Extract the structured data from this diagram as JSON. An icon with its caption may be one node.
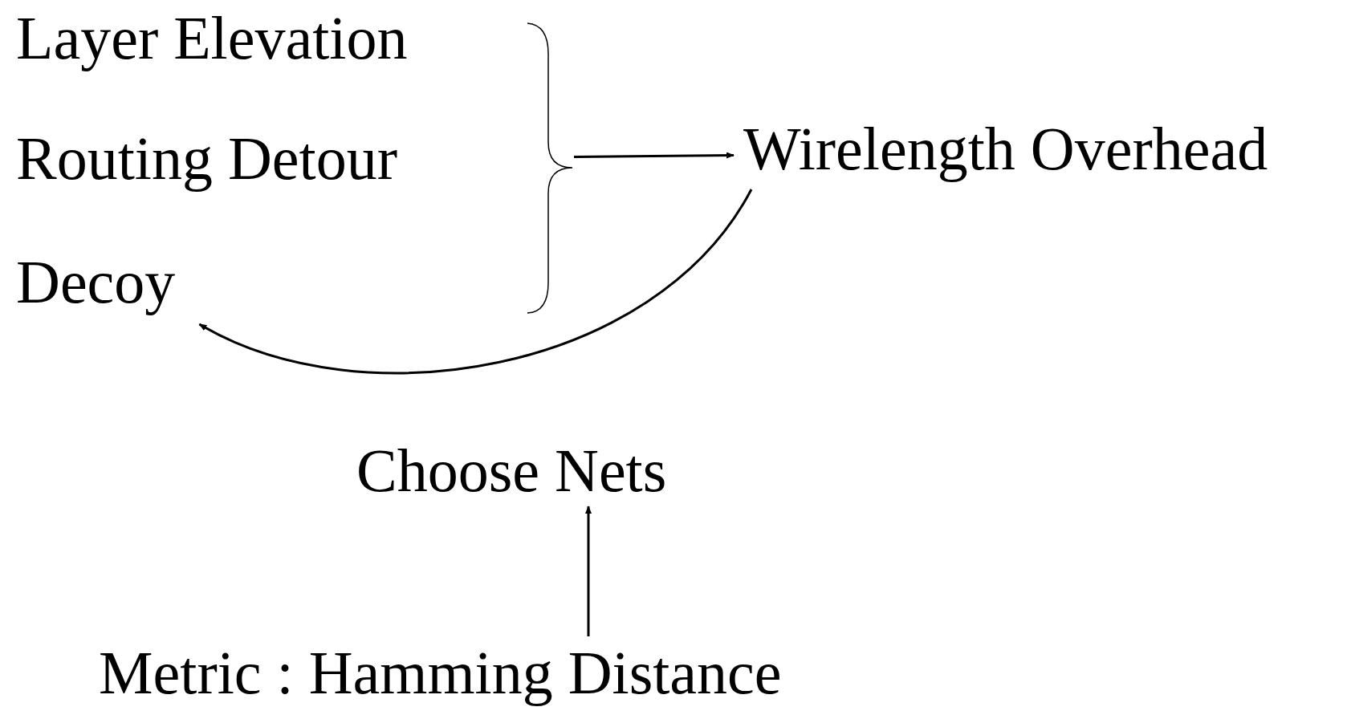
{
  "diagram": {
    "nodes": [
      {
        "text": [
          "Layer Elevation"
        ]
      },
      {
        "text": [
          "Routing Detour"
        ]
      },
      {
        "text": [
          "Decoy"
        ]
      },
      {
        "text": [],
        "shape": "brace"
      },
      {
        "text": [
          "Wirelength Overhead"
        ]
      },
      {
        "text": [
          "Choose Nets"
        ]
      },
      {
        "text": [
          "Metric : Hamming Distance"
        ]
      }
    ],
    "edges": [
      {
        "from": 3,
        "to": 4,
        "arrow": "to"
      },
      {
        "from": 4,
        "to": 2,
        "arrow": "to"
      },
      {
        "from": 6,
        "to": 5,
        "arrow": "to"
      }
    ]
  }
}
